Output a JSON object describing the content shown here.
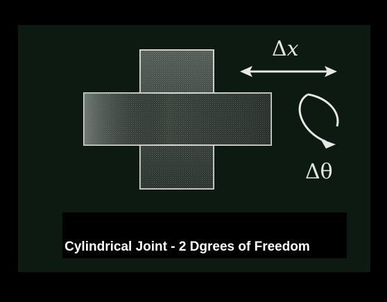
{
  "diagram": {
    "caption": "Cylindrical Joint - 2 Dgrees of Freedom",
    "translation_label": {
      "delta": "Δ",
      "variable": "x"
    },
    "rotation_label": {
      "delta": "Δ",
      "variable": "θ"
    },
    "colors": {
      "background": "#000000",
      "panel": "#0d1a12",
      "shape_stroke": "#d8d8d8",
      "arrow": "#e8e8e8",
      "caption_text": "#ffffff"
    },
    "icons": {
      "translation_arrow": "double-headed-horizontal-arrow",
      "rotation_arrow": "curved-rotation-arrow"
    }
  }
}
